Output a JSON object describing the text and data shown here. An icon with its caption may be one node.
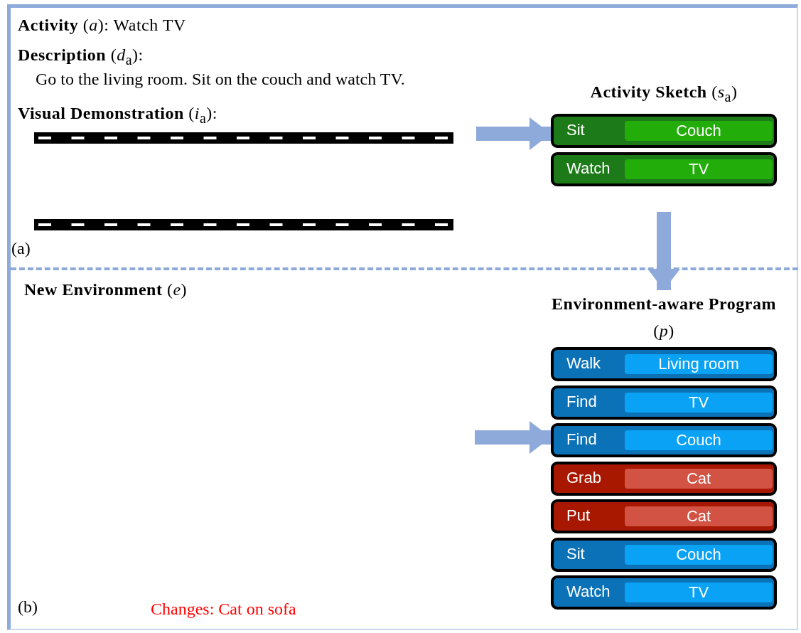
{
  "diagram": {
    "nodes": [
      {
        "text": [],
        "shape": "box"
      },
      {
        "text": [
          "**Activity Sketch** (*s*$_{a}$)"
        ]
      },
      {
        "text": [
          "Sit",
          "Couch"
        ],
        "in": 1
      },
      {
        "text": [
          "Watch",
          "TV"
        ],
        "in": 1
      },
      {
        "text": [
          "**Environment-aware Program** (*p*)"
        ]
      },
      {
        "text": [
          "Walk",
          "Living room"
        ],
        "in": 4
      },
      {
        "text": [
          "Find",
          "TV"
        ],
        "in": 4
      },
      {
        "text": [
          "Find",
          "Couch"
        ],
        "in": 4
      },
      {
        "text": [
          "Grab",
          "Cat"
        ],
        "in": 4
      },
      {
        "text": [
          "Put",
          "Cat"
        ],
        "in": 4
      },
      {
        "text": [
          "Sit",
          "Couch"
        ],
        "in": 4
      },
      {
        "text": [
          "Watch",
          "TV"
        ],
        "in": 4
      }
    ],
    "edges": [
      {
        "from": 0,
        "to": 1,
        "arrow": "to"
      },
      {
        "from": 1,
        "to": 4,
        "arrow": "to"
      },
      {
        "from": null,
        "to": 4,
        "arrow": "to"
      }
    ],
    "labels": [
      "**Activity** (*a*): Watch TV",
      "**Description** (*d*$_{a}$):",
      "Go to the living room. Sit on the couch and watch TV.",
      "**Visual Demonstration** (*i*$_{a}$):",
      "(a)",
      "**New Environment** (*e*)",
      "(b)",
      "Changes: Cat on sofa"
    ]
  }
}
